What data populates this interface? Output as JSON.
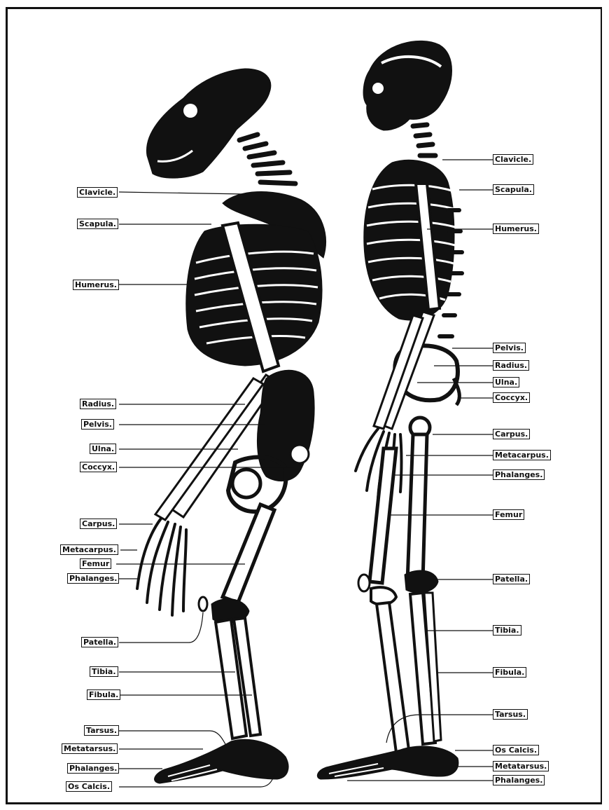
{
  "gorilla_labels": [
    "Clavicle.",
    "Scapula.",
    "Humerus.",
    "Radius.",
    "Pelvis.",
    "Ulna.",
    "Coccyx.",
    "Carpus.",
    "Metacarpus.",
    "Femur",
    "Phalanges.",
    "Patella.",
    "Tibia.",
    "Fibula.",
    "Tarsus.",
    "Metatarsus.",
    "Phalanges.",
    "Os Calcis."
  ],
  "human_labels": [
    "Clavicle.",
    "Scapula.",
    "Humerus.",
    "Pelvis.",
    "Radius.",
    "Ulna.",
    "Coccyx.",
    "Carpus.",
    "Metacarpus.",
    "Phalanges.",
    "Femur",
    "Patella.",
    "Tibia.",
    "Fibula.",
    "Tarsus.",
    "Os Calcis.",
    "Metatarsus.",
    "Phalanges."
  ]
}
